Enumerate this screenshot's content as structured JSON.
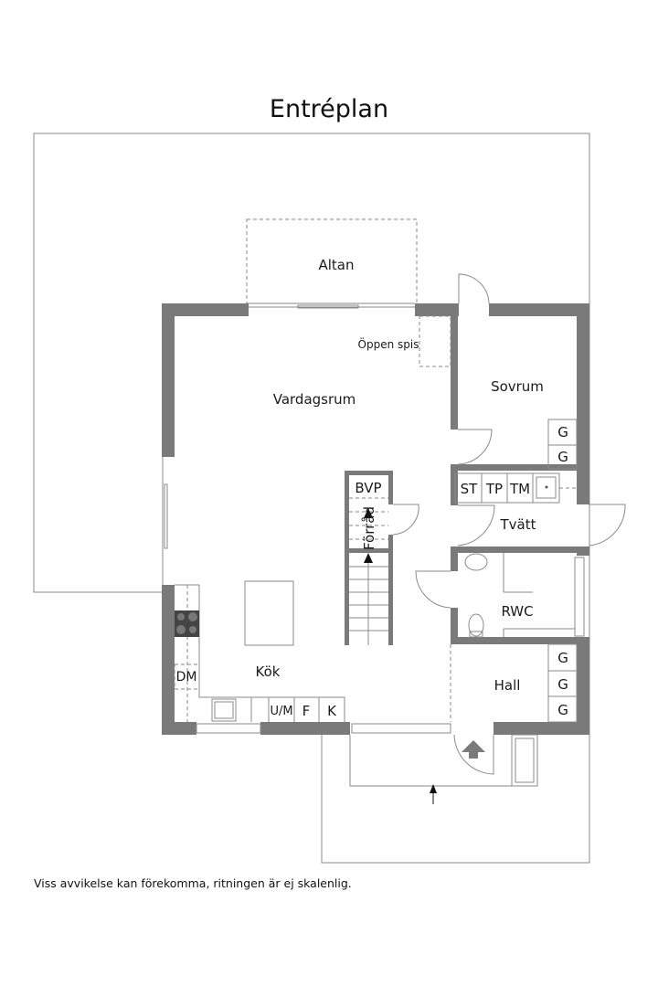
{
  "title": "Entréplan",
  "rooms": {
    "altan": "Altan",
    "fireplace": "Öppen spis",
    "living": "Vardagsrum",
    "bedroom": "Sovrum",
    "laundry": "Tvätt",
    "bathroom": "RWC",
    "hall": "Hall",
    "kitchen": "Kök",
    "storage": "Förråd",
    "heatpump": "BVP"
  },
  "fixtures": {
    "wardrobe": "G",
    "dryer_cabinet": "ST",
    "tumble_dryer": "TP",
    "washing_machine": "TM",
    "dishwasher": "DM",
    "microwave_oven": "U/M",
    "freezer": "F",
    "fridge": "K"
  },
  "footer": "Viss avvikelse kan förekomma, ritningen är ej skalenlig.",
  "colors": {
    "wall": "#7a7a7a",
    "lines": "#8a8a8a",
    "text": "#1a1a1a"
  }
}
